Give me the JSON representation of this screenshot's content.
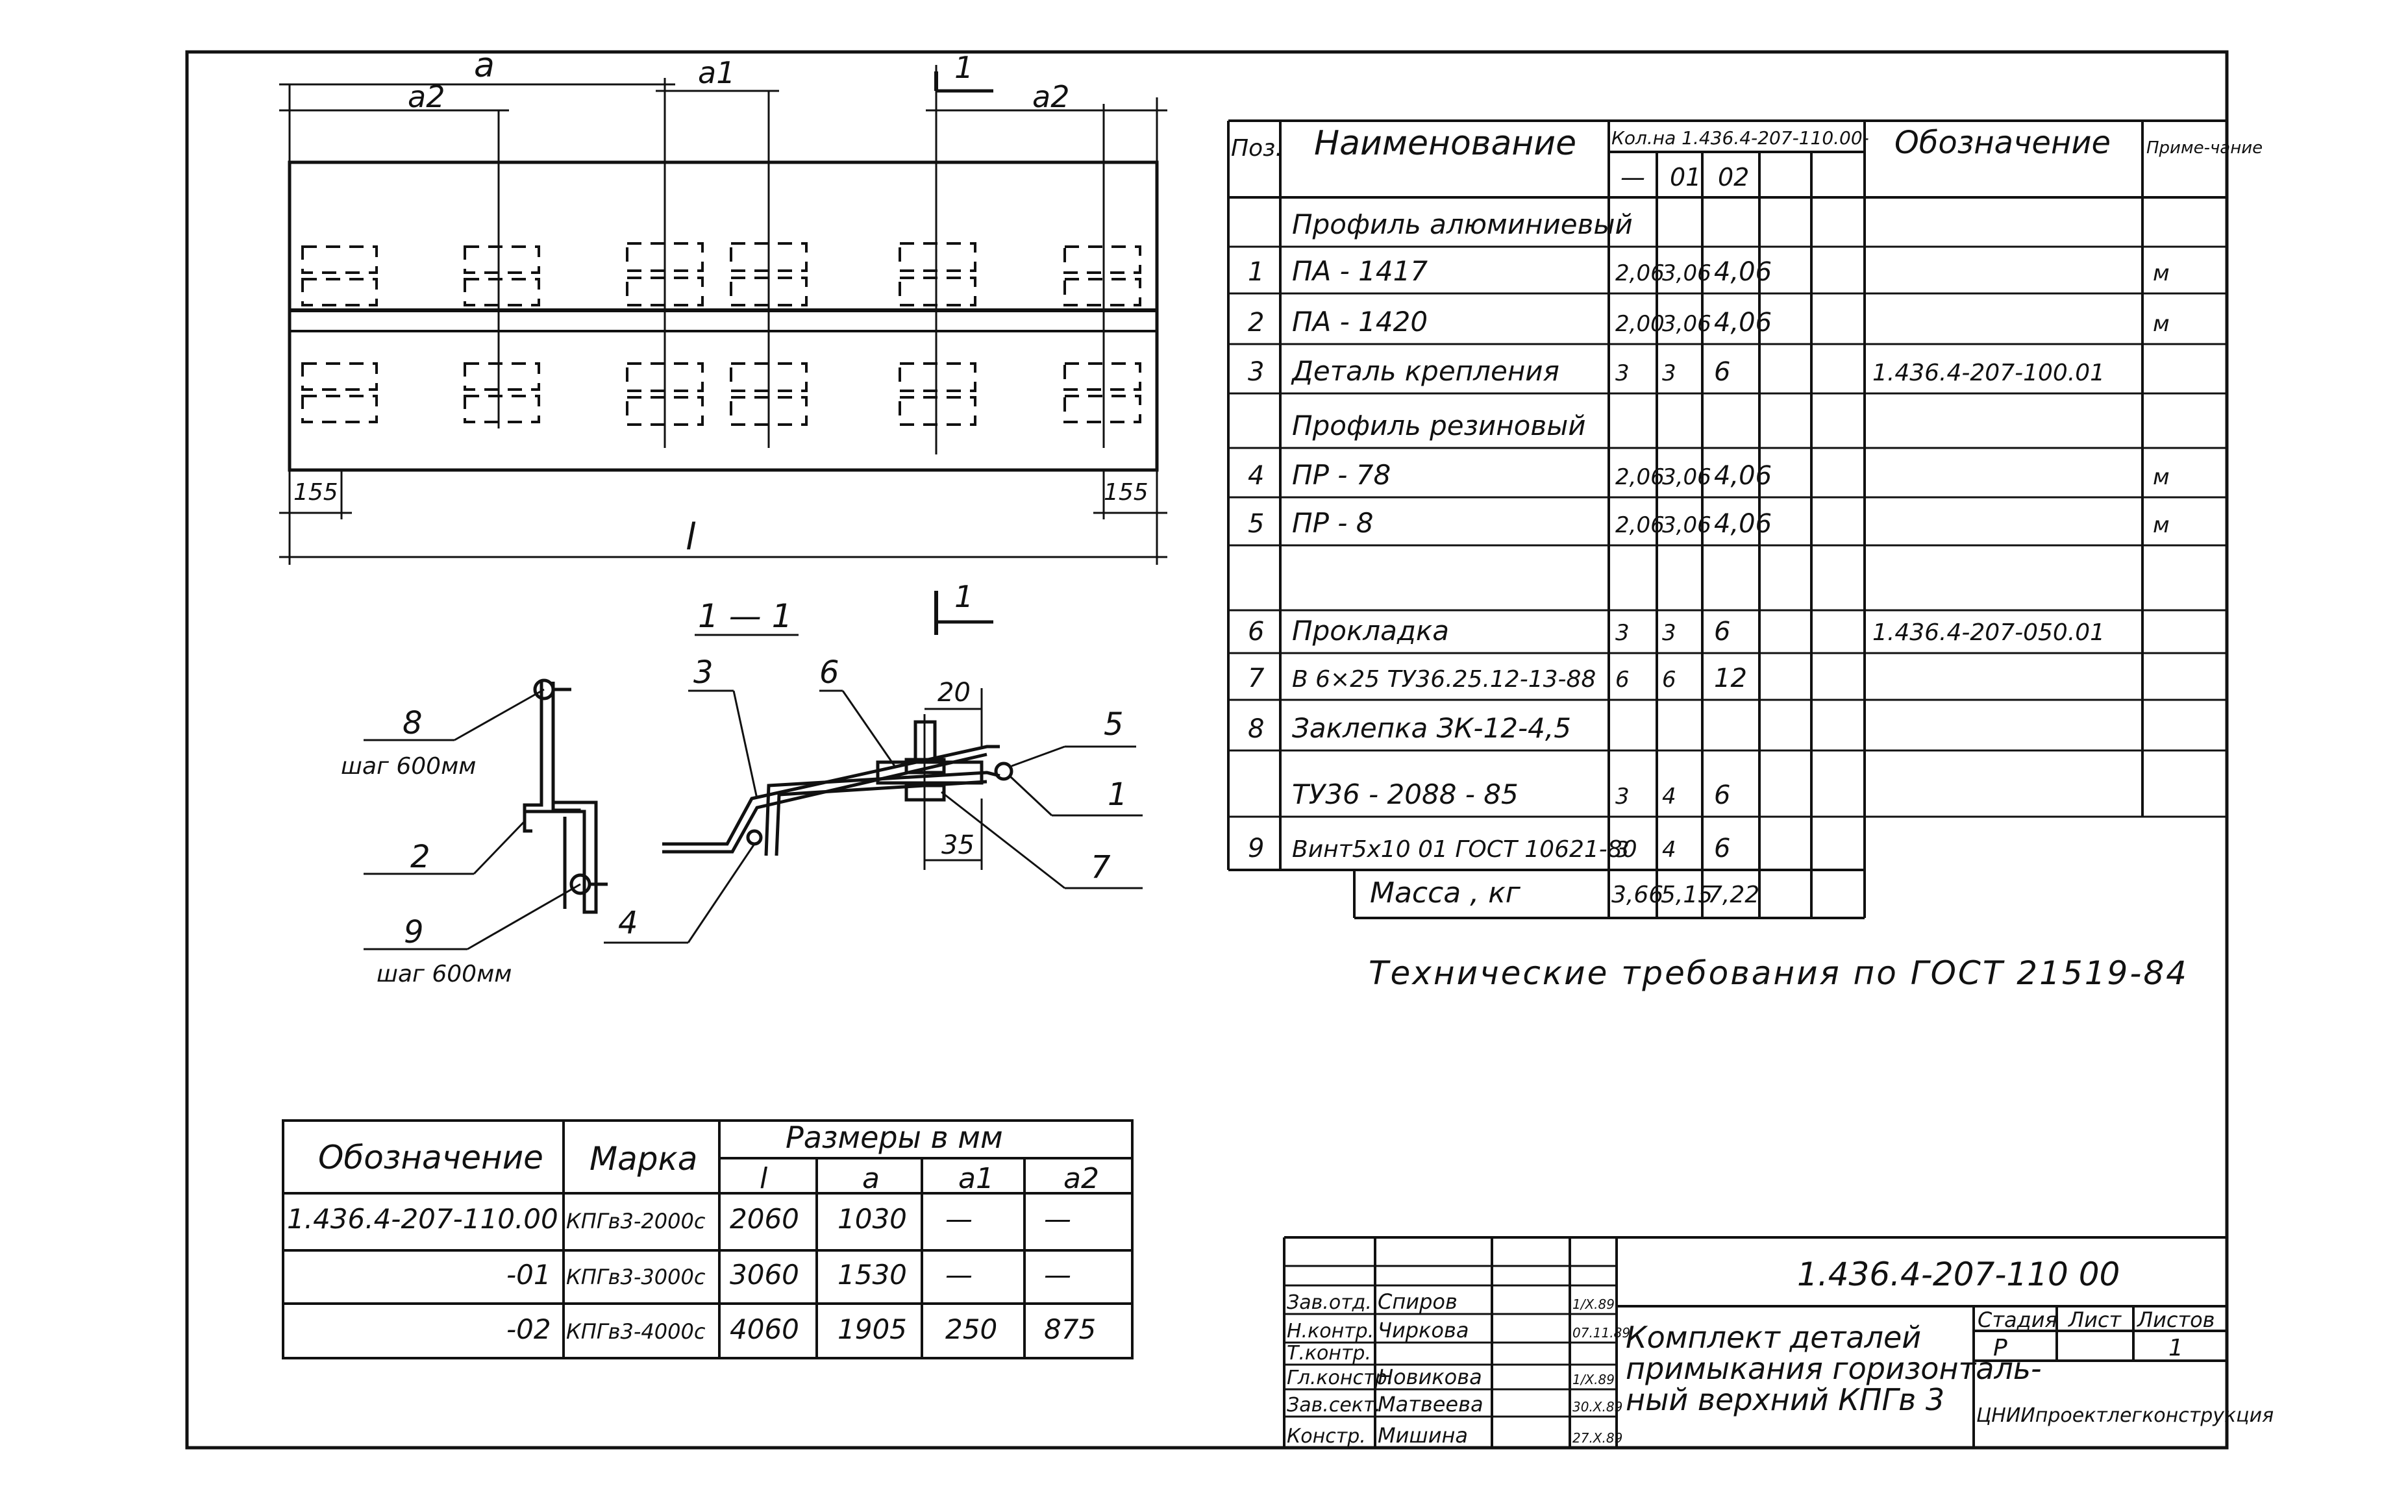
{
  "plan_dims": {
    "a": "a",
    "a1": "a1",
    "a2_left": "a2",
    "a2_right": "a2",
    "l": "l",
    "edge_left": "155",
    "edge_right": "155",
    "section_mark": "1"
  },
  "section": {
    "title": "1 — 1",
    "mark": "1",
    "callouts": [
      "1",
      "2",
      "3",
      "4",
      "5",
      "6",
      "7",
      "8",
      "9"
    ],
    "dim_top": "20",
    "dim_bottom": "35",
    "pitch_8": "шаг 600мм",
    "pitch_9": "шаг 600мм"
  },
  "spec_table": {
    "headers": {
      "pos": "Поз.",
      "name": "Наименование",
      "qty_title": "Кол.на 1.436.4-207-110.00-",
      "qty_cols": [
        "—",
        "01",
        "02"
      ],
      "designation": "Обозначение",
      "note": "Приме-чание"
    },
    "rows": [
      {
        "pos": "",
        "name": "Профиль алюминиевый",
        "q0": "",
        "q1": "",
        "q2": "",
        "designation": "",
        "note": ""
      },
      {
        "pos": "1",
        "name": "ПА - 1417",
        "q0": "2,06",
        "q1": "3,06",
        "q2": "4,06",
        "designation": "",
        "note": "м"
      },
      {
        "pos": "2",
        "name": "ПА - 1420",
        "q0": "2,00",
        "q1": "3,06",
        "q2": "4,06",
        "designation": "",
        "note": "м"
      },
      {
        "pos": "3",
        "name": "Деталь крепления",
        "q0": "3",
        "q1": "3",
        "q2": "6",
        "designation": "1.436.4-207-100.01",
        "note": ""
      },
      {
        "pos": "",
        "name": "Профиль резиновый",
        "q0": "",
        "q1": "",
        "q2": "",
        "designation": "",
        "note": ""
      },
      {
        "pos": "4",
        "name": "ПР - 78",
        "q0": "2,06",
        "q1": "3,06",
        "q2": "4,06",
        "designation": "",
        "note": "м"
      },
      {
        "pos": "5",
        "name": "ПР - 8",
        "q0": "2,06",
        "q1": "3,06",
        "q2": "4,06",
        "designation": "",
        "note": "м"
      },
      {
        "pos": "",
        "name": "",
        "q0": "",
        "q1": "",
        "q2": "",
        "designation": "",
        "note": ""
      },
      {
        "pos": "6",
        "name": "Прокладка",
        "q0": "3",
        "q1": "3",
        "q2": "6",
        "designation": "1.436.4-207-050.01",
        "note": ""
      },
      {
        "pos": "7",
        "name": "В 6×25 ТУ36.25.12-13-88",
        "q0": "6",
        "q1": "6",
        "q2": "12",
        "designation": "",
        "note": ""
      },
      {
        "pos": "8",
        "name": "Заклепка ЗК-12-4,5",
        "q0": "",
        "q1": "",
        "q2": "",
        "designation": "",
        "note": ""
      },
      {
        "pos": "",
        "name": "ТУ36 - 2088 - 85",
        "q0": "3",
        "q1": "4",
        "q2": "6",
        "designation": "",
        "note": ""
      },
      {
        "pos": "9",
        "name": "Винт5х10 01 ГОСТ 10621-80",
        "q0": "3",
        "q1": "4",
        "q2": "6",
        "designation": "",
        "note": ""
      }
    ],
    "mass": {
      "label": "Масса , кг",
      "q0": "3,66",
      "q1": "5,15",
      "q2": "7,22"
    }
  },
  "tech_req": "Технические требования по ГОСТ 21519-84",
  "size_table": {
    "headers": {
      "designation": "Обозначение",
      "mark": "Марка",
      "sizes": "Размеры в мм",
      "cols": [
        "l",
        "a",
        "a1",
        "a2"
      ]
    },
    "rows": [
      {
        "designation": "1.436.4-207-110.00",
        "mark": "КПГв3-2000с",
        "l": "2060",
        "a": "1030",
        "a1": "—",
        "a2": "—"
      },
      {
        "designation": "-01",
        "mark": "КПГв3-3000с",
        "l": "3060",
        "a": "1530",
        "a1": "—",
        "a2": "—"
      },
      {
        "designation": "-02",
        "mark": "КПГв3-4000с",
        "l": "4060",
        "a": "1905",
        "a1": "250",
        "a2": "875"
      }
    ]
  },
  "title_block": {
    "code": "1.436.4-207-110 00",
    "title_lines": [
      "Комплект деталей",
      "примыкания горизонталь-",
      "ный верхний КПГв 3"
    ],
    "stage_label": "Стадия",
    "sheet_label": "Лист",
    "sheets_label": "Листов",
    "stage": "Р",
    "sheets": "1",
    "org": "ЦНИИпроектлегконструкция",
    "people": [
      {
        "role": "Зав.отд.",
        "name": "Спиров",
        "date": "1/X.89"
      },
      {
        "role": "Н.контр.",
        "name": "Чиркова",
        "date": "07.11.89"
      },
      {
        "role": "Т.контр.",
        "name": "",
        "date": ""
      },
      {
        "role": "Гл.констр.",
        "name": "Новикова",
        "date": "1/X.89"
      },
      {
        "role": "Зав.сект.",
        "name": "Матвеева",
        "date": "30.X.89"
      },
      {
        "role": "Констр.",
        "name": "Мишина",
        "date": "27.X.89"
      }
    ]
  }
}
